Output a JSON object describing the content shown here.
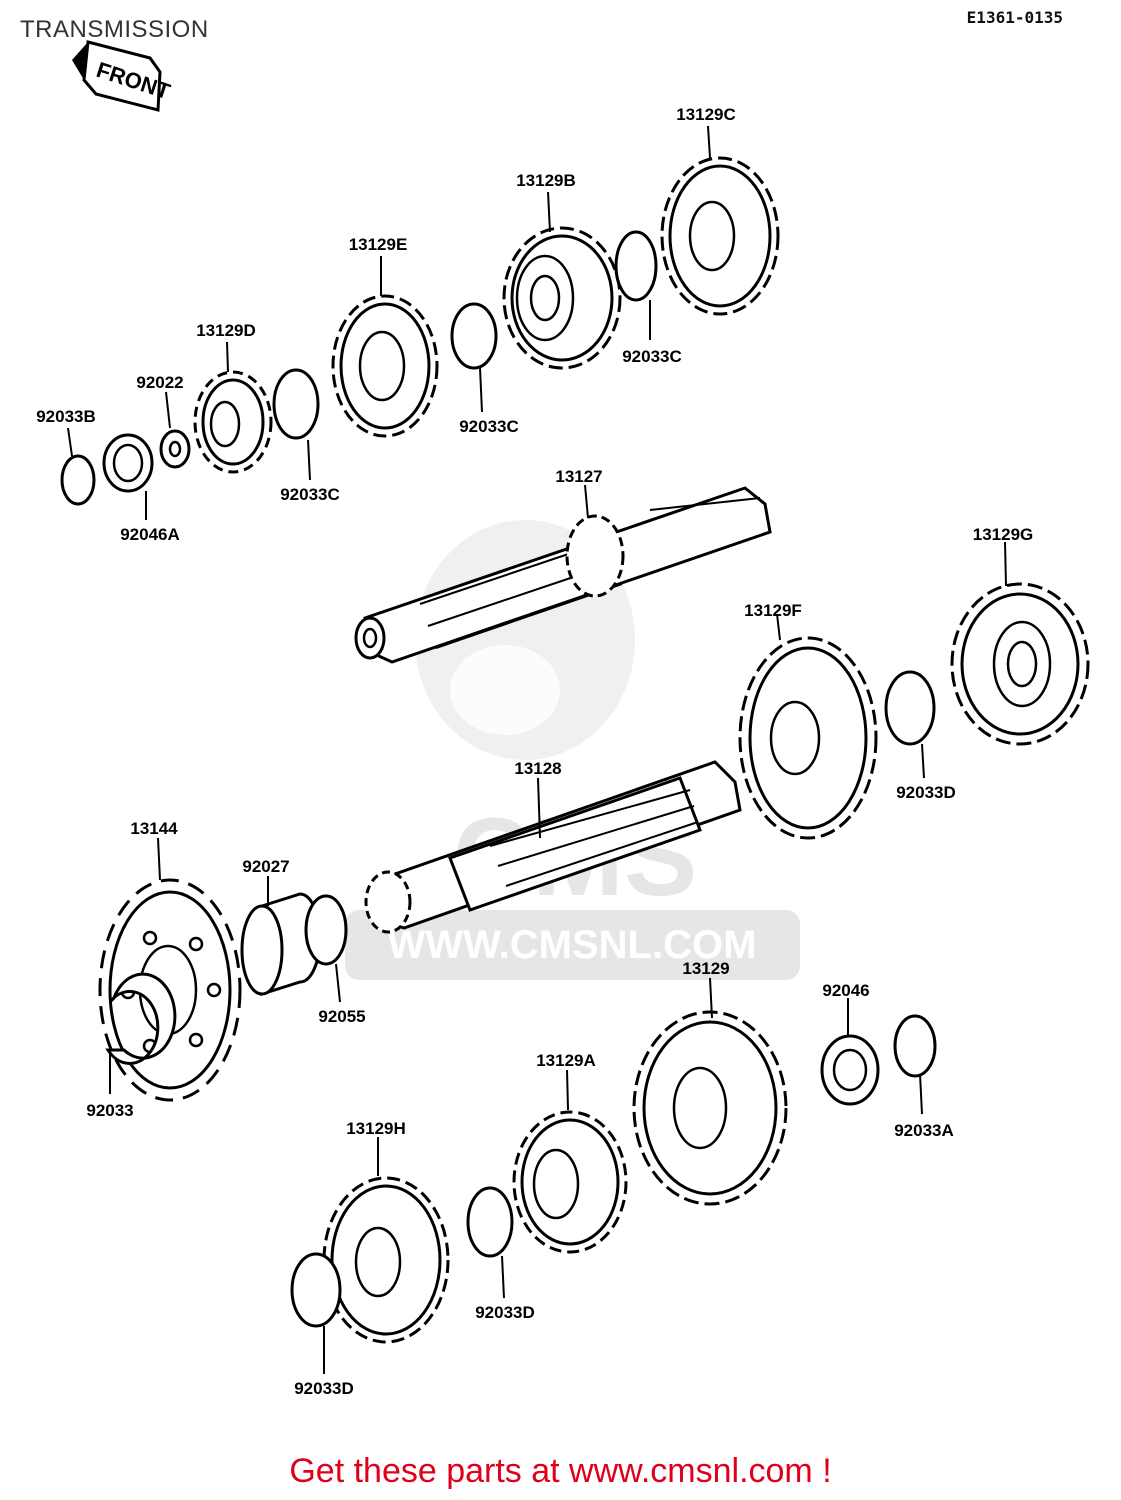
{
  "header": {
    "title": "TRANSMISSION",
    "diagram_code": "E1361-0135"
  },
  "orientation": {
    "label": "FRONT"
  },
  "watermark": {
    "brand": "CMS",
    "url": "WWW.CMSNL.COM"
  },
  "parts": {
    "p13129C": "13129C",
    "p13129B": "13129B",
    "p13129E": "13129E",
    "p13129D": "13129D",
    "p92022": "92022",
    "p92033B": "92033B",
    "p92046A": "92046A",
    "p92033C_a": "92033C",
    "p92033C_b": "92033C",
    "p92033C_c": "92033C",
    "p13127": "13127",
    "p13129G": "13129G",
    "p13129F": "13129F",
    "p92033D_a": "92033D",
    "p13128": "13128",
    "p13144": "13144",
    "p92027": "92027",
    "p92055": "92055",
    "p92033": "92033",
    "p13129": "13129",
    "p92046": "92046",
    "p92033A": "92033A",
    "p13129A": "13129A",
    "p13129H": "13129H",
    "p92033D_b": "92033D",
    "p92033D_c": "92033D"
  },
  "footer": {
    "cta": "Get these parts at www.cmsnl.com !"
  }
}
